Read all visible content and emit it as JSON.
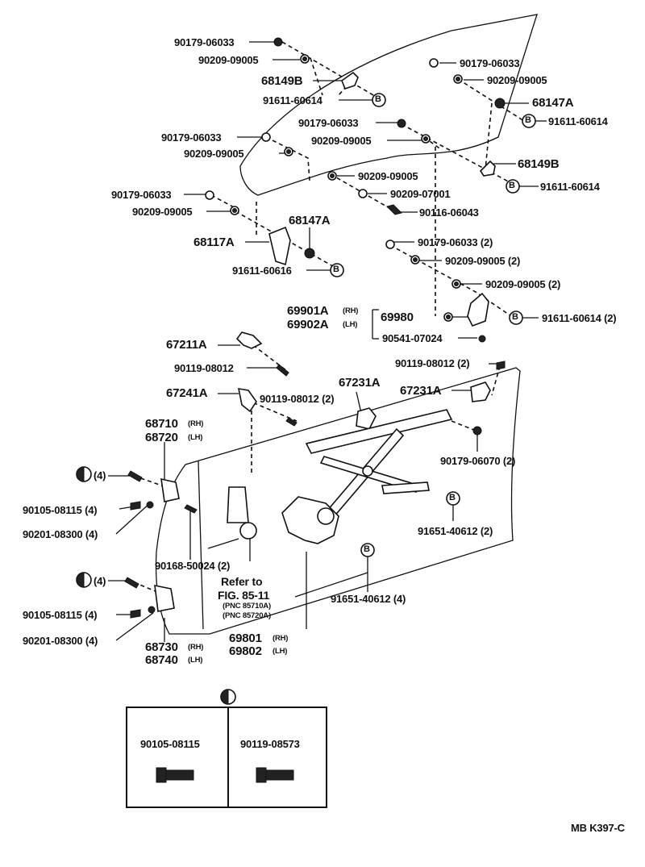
{
  "callouts": [
    {
      "id": "c01",
      "text": "90179-06033",
      "cls": "lbl"
    },
    {
      "id": "c02",
      "text": "90209-09005",
      "cls": "lbl"
    },
    {
      "id": "c03",
      "text": "68149B",
      "cls": "lbl big"
    },
    {
      "id": "c04",
      "text": "91611-60614",
      "cls": "lbl"
    },
    {
      "id": "c05",
      "text": "90179-06033",
      "cls": "lbl"
    },
    {
      "id": "c06",
      "text": "90209-09005",
      "cls": "lbl"
    },
    {
      "id": "c07",
      "text": "68147A",
      "cls": "lbl big"
    },
    {
      "id": "c08",
      "text": "91611-60614",
      "cls": "lbl"
    },
    {
      "id": "c09",
      "text": "90179-06033",
      "cls": "lbl"
    },
    {
      "id": "c10",
      "text": "90209-09005",
      "cls": "lbl"
    },
    {
      "id": "c11",
      "text": "90179-06033",
      "cls": "lbl"
    },
    {
      "id": "c12",
      "text": "90209-09005",
      "cls": "lbl"
    },
    {
      "id": "c13",
      "text": "68149B",
      "cls": "lbl big"
    },
    {
      "id": "c14",
      "text": "90209-09005",
      "cls": "lbl"
    },
    {
      "id": "c15",
      "text": "91611-60614",
      "cls": "lbl"
    },
    {
      "id": "c16",
      "text": "90179-06033",
      "cls": "lbl"
    },
    {
      "id": "c17",
      "text": "90209-07001",
      "cls": "lbl"
    },
    {
      "id": "c18",
      "text": "90209-09005",
      "cls": "lbl"
    },
    {
      "id": "c19",
      "text": "90116-06043",
      "cls": "lbl"
    },
    {
      "id": "c20",
      "text": "68147A",
      "cls": "lbl big"
    },
    {
      "id": "c21",
      "text": "68117A",
      "cls": "lbl big"
    },
    {
      "id": "c22",
      "text": "90179-06033 (2)",
      "cls": "lbl"
    },
    {
      "id": "c23",
      "text": "91611-60616",
      "cls": "lbl"
    },
    {
      "id": "c24",
      "text": "90209-09005 (2)",
      "cls": "lbl"
    },
    {
      "id": "c25",
      "text": "90209-09005 (2)",
      "cls": "lbl"
    },
    {
      "id": "c26",
      "text": "69901A",
      "cls": "lbl big"
    },
    {
      "id": "c27",
      "text": "(RH)",
      "cls": "lbl tiny"
    },
    {
      "id": "c28",
      "text": "69902A",
      "cls": "lbl big"
    },
    {
      "id": "c29",
      "text": "(LH)",
      "cls": "lbl tiny"
    },
    {
      "id": "c30",
      "text": "69980",
      "cls": "lbl big"
    },
    {
      "id": "c31",
      "text": "91611-60614 (2)",
      "cls": "lbl"
    },
    {
      "id": "c32",
      "text": "90541-07024",
      "cls": "lbl"
    },
    {
      "id": "c33",
      "text": "67211A",
      "cls": "lbl big"
    },
    {
      "id": "c34",
      "text": "90119-08012",
      "cls": "lbl"
    },
    {
      "id": "c35",
      "text": "90119-08012 (2)",
      "cls": "lbl"
    },
    {
      "id": "c36",
      "text": "67231A",
      "cls": "lbl big"
    },
    {
      "id": "c37",
      "text": "67241A",
      "cls": "lbl big"
    },
    {
      "id": "c38",
      "text": "90119-08012 (2)",
      "cls": "lbl"
    },
    {
      "id": "c39",
      "text": "67231A",
      "cls": "lbl big"
    },
    {
      "id": "c40",
      "text": "68710",
      "cls": "lbl big"
    },
    {
      "id": "c41",
      "text": "(RH)",
      "cls": "lbl tiny"
    },
    {
      "id": "c42",
      "text": "68720",
      "cls": "lbl big"
    },
    {
      "id": "c43",
      "text": "(LH)",
      "cls": "lbl tiny"
    },
    {
      "id": "c44",
      "text": "90179-06070 (2)",
      "cls": "lbl"
    },
    {
      "id": "c45",
      "text": "(4)",
      "cls": "lbl"
    },
    {
      "id": "c46",
      "text": "90105-08115 (4)",
      "cls": "lbl"
    },
    {
      "id": "c47",
      "text": "90201-08300 (4)",
      "cls": "lbl"
    },
    {
      "id": "c48",
      "text": "91651-40612 (2)",
      "cls": "lbl"
    },
    {
      "id": "c49",
      "text": "90168-50024 (2)",
      "cls": "lbl"
    },
    {
      "id": "c50",
      "text": "(4)",
      "cls": "lbl"
    },
    {
      "id": "c51",
      "text": "Refer to",
      "cls": "lbl med"
    },
    {
      "id": "c52",
      "text": "FIG. 85-11",
      "cls": "lbl med"
    },
    {
      "id": "c53",
      "text": "(PNC 85710A)",
      "cls": "lbl tiny"
    },
    {
      "id": "c54",
      "text": "(PNC 85720A)",
      "cls": "lbl tiny"
    },
    {
      "id": "c55",
      "text": "91651-40612 (4)",
      "cls": "lbl"
    },
    {
      "id": "c56",
      "text": "90105-08115 (4)",
      "cls": "lbl"
    },
    {
      "id": "c57",
      "text": "90201-08300 (4)",
      "cls": "lbl"
    },
    {
      "id": "c58",
      "text": "68730",
      "cls": "lbl big"
    },
    {
      "id": "c59",
      "text": "(RH)",
      "cls": "lbl tiny"
    },
    {
      "id": "c60",
      "text": "68740",
      "cls": "lbl big"
    },
    {
      "id": "c61",
      "text": "(LH)",
      "cls": "lbl tiny"
    },
    {
      "id": "c62",
      "text": "69801",
      "cls": "lbl big"
    },
    {
      "id": "c63",
      "text": "(RH)",
      "cls": "lbl tiny"
    },
    {
      "id": "c64",
      "text": "69802",
      "cls": "lbl big"
    },
    {
      "id": "c65",
      "text": "(LH)",
      "cls": "lbl tiny"
    }
  ],
  "circle_marker": "B",
  "legend": {
    "left_part": "90105-08115",
    "right_part": "90119-08573"
  },
  "footer_code": "MB  K397-C"
}
